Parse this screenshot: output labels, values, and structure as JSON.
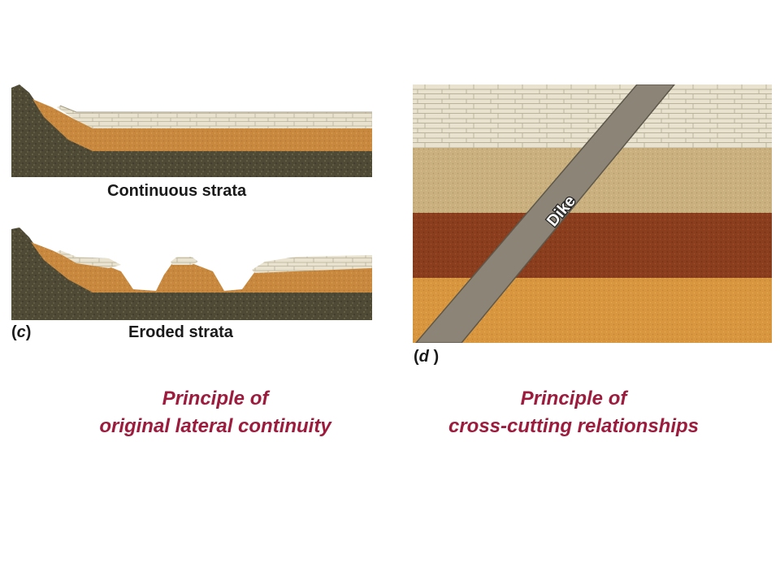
{
  "panel_c": {
    "top_label": "Continuous strata",
    "bottom_label": "Eroded strata",
    "panel_letter_open": "(",
    "panel_letter": "c",
    "panel_letter_close": ")"
  },
  "panel_d": {
    "dike_label": "Dike",
    "panel_letter_open": "(",
    "panel_letter": "d",
    "panel_letter_close": " )"
  },
  "captions": {
    "left_line1": "Principle of",
    "left_line2": "original lateral continuity",
    "right_line1": "Principle of",
    "right_line2": "cross-cutting relationships"
  },
  "colors": {
    "caption": "#9c1c3e",
    "limestone": "#e8e2cf",
    "sandstone": "#c9b07e",
    "orange_layer": "#c8893f",
    "dark_base": "#4e4a36",
    "red_layer": "#8a3e1e",
    "lower_orange": "#d8973f",
    "dike": "#8c8577"
  }
}
